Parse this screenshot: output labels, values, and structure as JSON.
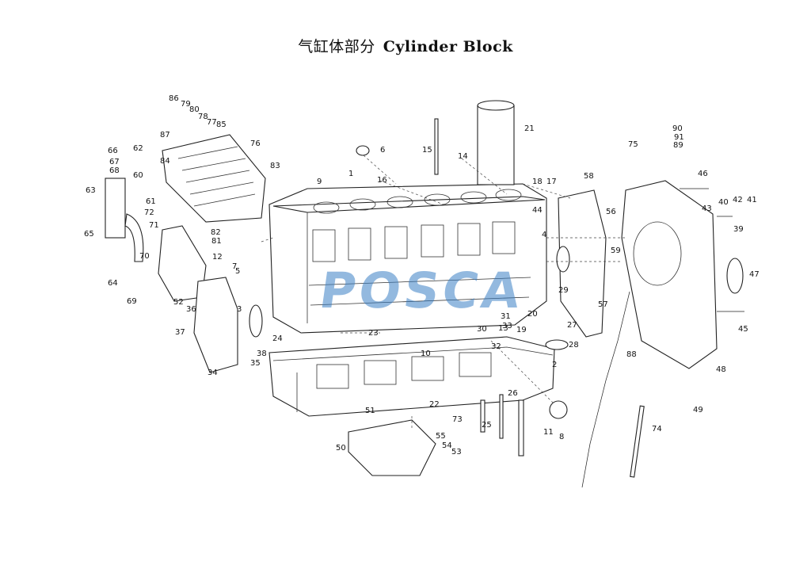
{
  "title": {
    "zh": "气缸体部分",
    "en": "Cylinder Block"
  },
  "watermark": "POSCA",
  "part_numbers": [
    "1",
    "2",
    "3",
    "4",
    "5",
    "6",
    "7",
    "8",
    "9",
    "10",
    "11",
    "12",
    "13",
    "14",
    "15",
    "16",
    "17",
    "18",
    "19",
    "20",
    "21",
    "22",
    "23",
    "24",
    "25",
    "26",
    "27",
    "28",
    "29",
    "30",
    "31",
    "32",
    "33",
    "34",
    "35",
    "36",
    "37",
    "38",
    "39",
    "40",
    "41",
    "42",
    "43",
    "44",
    "45",
    "46",
    "47",
    "48",
    "49",
    "50",
    "51",
    "52",
    "53",
    "54",
    "55",
    "56",
    "57",
    "58",
    "59",
    "60",
    "61",
    "62",
    "63",
    "64",
    "65",
    "66",
    "67",
    "68",
    "69",
    "70",
    "71",
    "72",
    "73",
    "74",
    "75",
    "76",
    "77",
    "78",
    "79",
    "80",
    "81",
    "82",
    "83",
    "84",
    "85",
    "86",
    "87",
    "88",
    "89",
    "90",
    "91"
  ]
}
